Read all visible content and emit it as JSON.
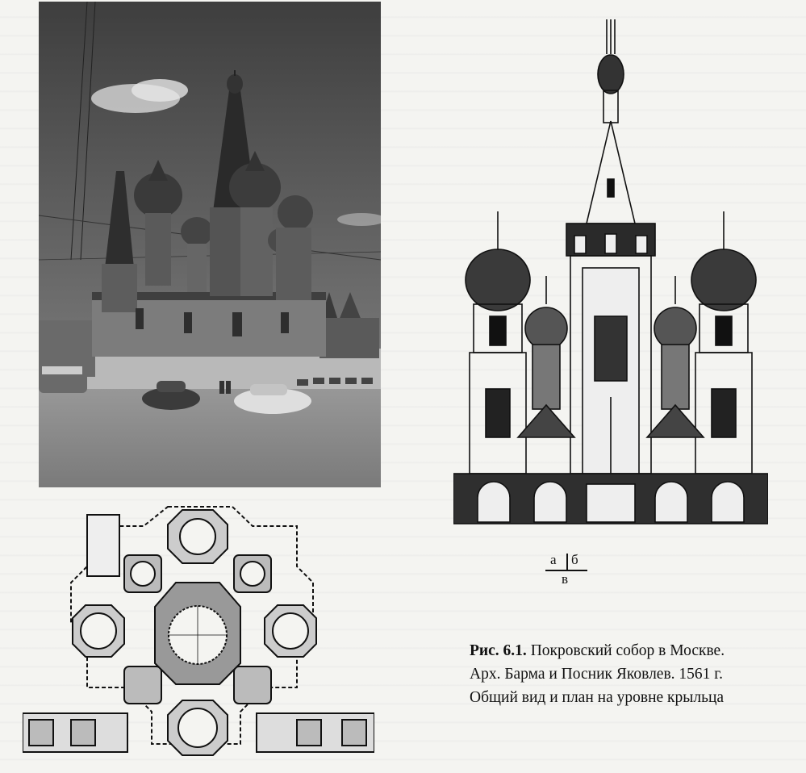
{
  "legend": {
    "a": "а",
    "b": "б",
    "v": "в"
  },
  "caption": {
    "label": "Рис. 6.1.",
    "line1": " Покровский собор в Москве.",
    "line2": "Арх. Барма и Посник Яковлев. 1561 г.",
    "line3": "Общий вид и план на уровне крыльца"
  }
}
